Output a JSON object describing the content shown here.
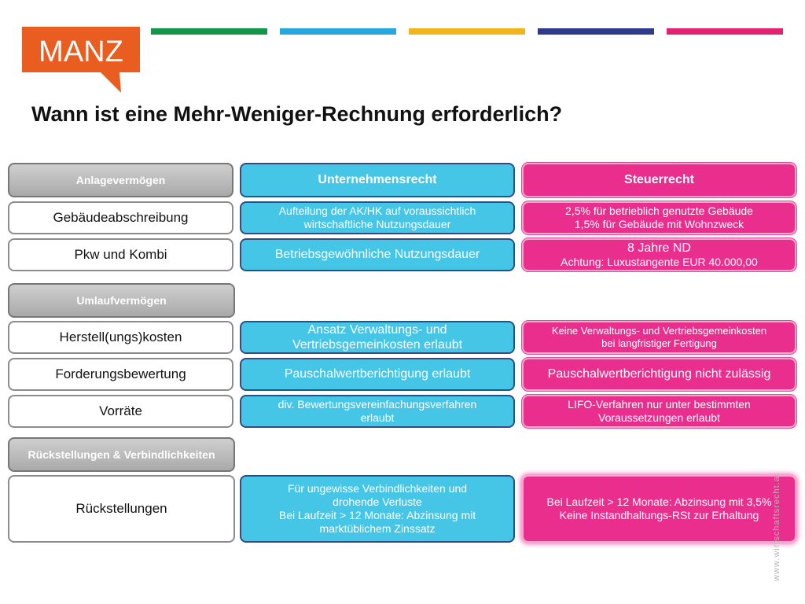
{
  "brand": {
    "logo_text": "MANZ",
    "logo_color": "#e95d20"
  },
  "stripes": [
    "#14964a",
    "#27a7df",
    "#f3b41b",
    "#2f3a8c",
    "#e3236f"
  ],
  "title": "Wann ist eine Mehr-Weniger-Rechnung erforderlich?",
  "headers": {
    "anlage": "Anlagevermögen",
    "unternehmensrecht": "Unternehmensrecht",
    "steuerrecht": "Steuerrecht",
    "umlauf": "Umlaufvermögen",
    "rueck": "Rückstellungen & Verbindlichkeiten"
  },
  "rows": [
    {
      "label": "Gebäudeabschreibung",
      "unternehmensrecht": "Aufteilung der AK/HK auf voraussichtlich\nwirtschaftliche Nutzungsdauer",
      "steuerrecht": "2,5% für betrieblich genutzte Gebäude\n1,5% für Gebäude mit Wohnzweck"
    },
    {
      "label": "Pkw und Kombi",
      "unternehmensrecht": "Betriebsgewöhnliche Nutzungsdauer",
      "steuerrecht_main": "8 Jahre ND",
      "steuerrecht_sub": "Achtung: Luxustangente EUR 40.000,00"
    },
    {
      "label": "Herstell(ungs)kosten",
      "unternehmensrecht": "Ansatz Verwaltungs- und\nVertriebsgemeinkosten erlaubt",
      "steuerrecht": "Keine Verwaltungs- und Vertriebsgemeinkosten\nbei langfristiger Fertigung"
    },
    {
      "label": "Forderungsbewertung",
      "unternehmensrecht": "Pauschalwertberichtigung erlaubt",
      "steuerrecht": "Pauschalwertberichtigung nicht zulässig"
    },
    {
      "label": "Vorräte",
      "unternehmensrecht": "div. Bewertungsvereinfachungsverfahren\nerlaubt",
      "steuerrecht": "LIFO-Verfahren nur unter bestimmten\nVoraussetzungen erlaubt"
    },
    {
      "label": "Rückstellungen",
      "unternehmensrecht": "Für ungewisse Verbindlichkeiten und\ndrohende Verluste\nBei Laufzeit > 12 Monate: Abzinsung mit\nmarktüblichem Zinssatz",
      "steuerrecht": "Bei Laufzeit > 12 Monate: Abzinsung mit 3,5%\nKeine Instandhaltungs-RSt zur Erhaltung"
    }
  ],
  "side_text": "www.wirtschaftsrecht.at"
}
